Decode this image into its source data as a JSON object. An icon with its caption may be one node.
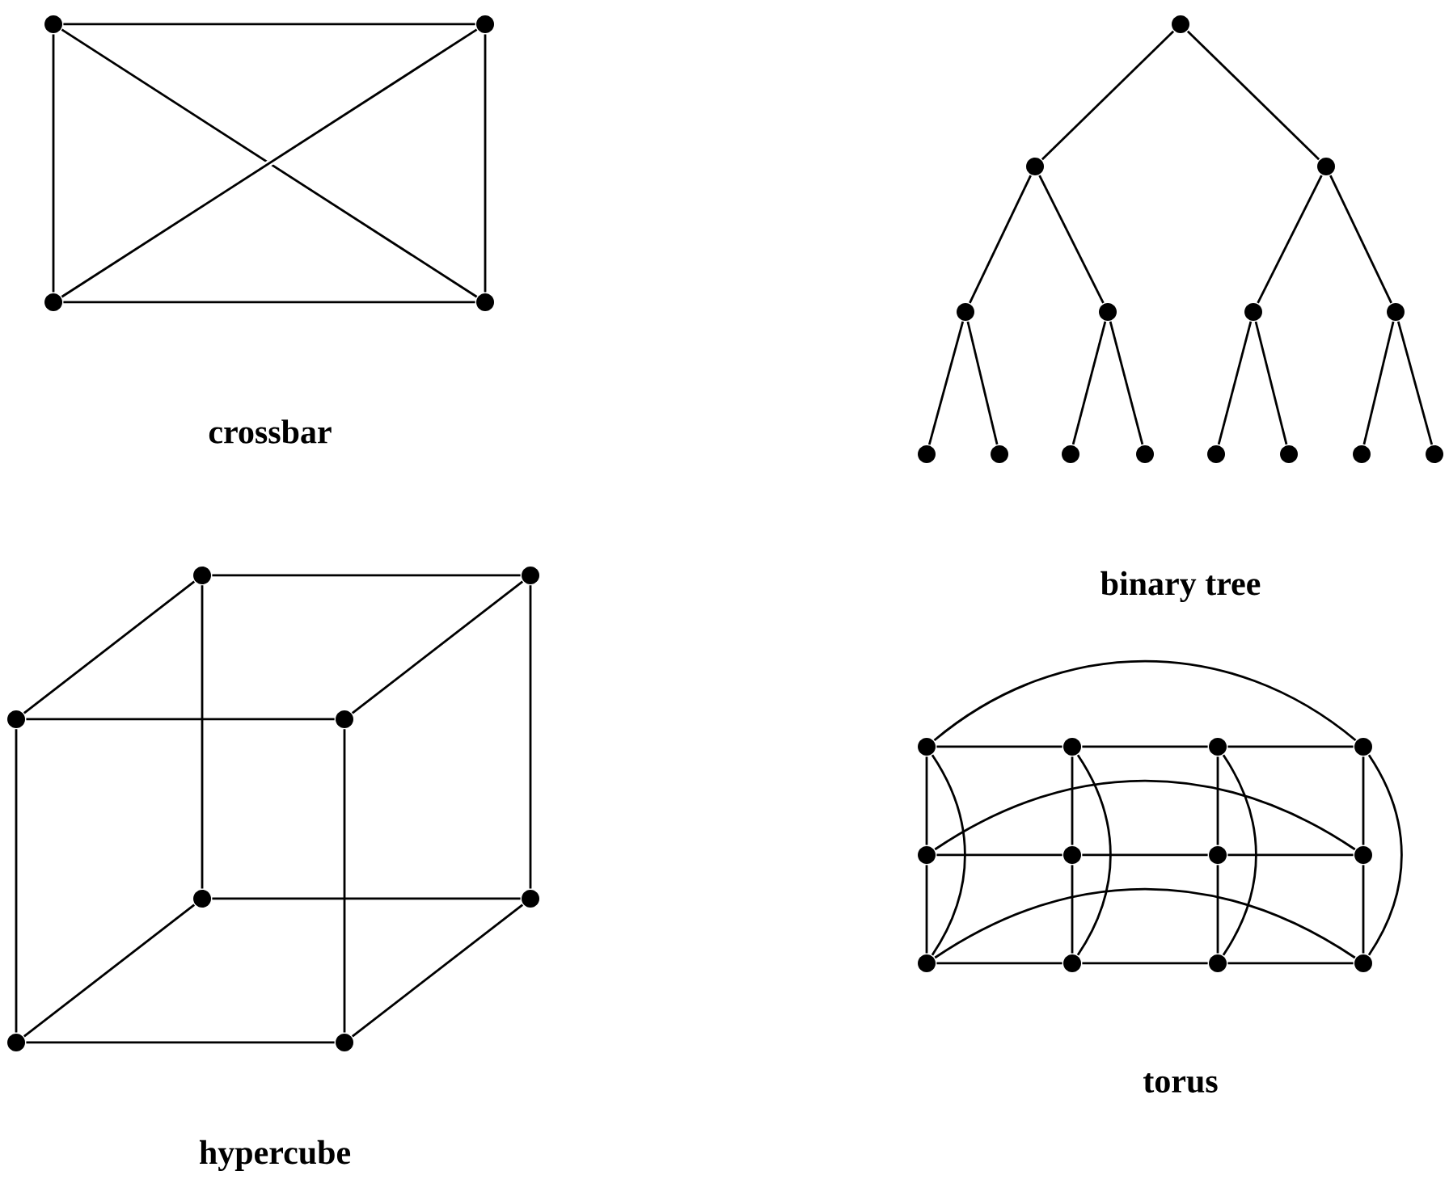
{
  "diagram": {
    "nodes": [
      {
        "text": [],
        "shape": "circle"
      },
      {
        "text": [],
        "shape": "circle"
      },
      {
        "text": [],
        "shape": "circle"
      },
      {
        "text": [],
        "shape": "circle"
      },
      {
        "text": [],
        "shape": "circle"
      },
      {
        "text": [],
        "shape": "circle"
      },
      {
        "text": [],
        "shape": "circle"
      },
      {
        "text": [],
        "shape": "circle"
      },
      {
        "text": [],
        "shape": "circle"
      },
      {
        "text": [],
        "shape": "circle"
      },
      {
        "text": [],
        "shape": "circle"
      },
      {
        "text": [],
        "shape": "circle"
      },
      {
        "text": [],
        "shape": "circle"
      },
      {
        "text": [],
        "shape": "circle"
      },
      {
        "text": [],
        "shape": "circle"
      },
      {
        "text": [],
        "shape": "circle"
      },
      {
        "text": [],
        "shape": "circle"
      },
      {
        "text": [],
        "shape": "circle"
      },
      {
        "text": [],
        "shape": "circle"
      },
      {
        "text": [],
        "shape": "circle"
      },
      {
        "text": [],
        "shape": "circle"
      },
      {
        "text": [],
        "shape": "circle"
      },
      {
        "text": [],
        "shape": "circle"
      },
      {
        "text": [],
        "shape": "circle"
      },
      {
        "text": [],
        "shape": "circle"
      },
      {
        "text": [],
        "shape": "circle"
      },
      {
        "text": [],
        "shape": "circle"
      },
      {
        "text": [],
        "shape": "circle"
      },
      {
        "text": [],
        "shape": "circle"
      },
      {
        "text": [],
        "shape": "circle"
      },
      {
        "text": [],
        "shape": "circle"
      },
      {
        "text": [],
        "shape": "circle"
      },
      {
        "text": [],
        "shape": "circle"
      },
      {
        "text": [],
        "shape": "circle"
      },
      {
        "text": [],
        "shape": "circle"
      },
      {
        "text": [],
        "shape": "circle"
      },
      {
        "text": [],
        "shape": "circle"
      },
      {
        "text": [],
        "shape": "circle"
      },
      {
        "text": [],
        "shape": "circle"
      }
    ],
    "edges": [
      {
        "from": 0,
        "to": 1,
        "arrow": "none"
      },
      {
        "from": 2,
        "to": 3,
        "arrow": "none"
      },
      {
        "from": 0,
        "to": 2,
        "arrow": "none"
      },
      {
        "from": 1,
        "to": 3,
        "arrow": "none"
      },
      {
        "from": 0,
        "to": 3,
        "arrow": "none"
      },
      {
        "from": 1,
        "to": 2,
        "arrow": "none"
      },
      {
        "from": 4,
        "to": 5,
        "arrow": "none"
      },
      {
        "from": 4,
        "to": 6,
        "arrow": "none"
      },
      {
        "from": 5,
        "to": 7,
        "arrow": "none"
      },
      {
        "from": 5,
        "to": 8,
        "arrow": "none"
      },
      {
        "from": 6,
        "to": 9,
        "arrow": "none"
      },
      {
        "from": 6,
        "to": 10,
        "arrow": "none"
      },
      {
        "from": 7,
        "to": 11,
        "arrow": "none"
      },
      {
        "from": 7,
        "to": 12,
        "arrow": "none"
      },
      {
        "from": 8,
        "to": 13,
        "arrow": "none"
      },
      {
        "from": 8,
        "to": 14,
        "arrow": "none"
      },
      {
        "from": 9,
        "to": 15,
        "arrow": "none"
      },
      {
        "from": 9,
        "to": 16,
        "arrow": "none"
      },
      {
        "from": 10,
        "to": 17,
        "arrow": "none"
      },
      {
        "from": 10,
        "to": 18,
        "arrow": "none"
      },
      {
        "from": 19,
        "to": 20,
        "arrow": "none"
      },
      {
        "from": 21,
        "to": 22,
        "arrow": "none"
      },
      {
        "from": 23,
        "to": 24,
        "arrow": "none"
      },
      {
        "from": 25,
        "to": 26,
        "arrow": "none"
      },
      {
        "from": 19,
        "to": 23,
        "arrow": "none"
      },
      {
        "from": 20,
        "to": 24,
        "arrow": "none"
      },
      {
        "from": 21,
        "to": 25,
        "arrow": "none"
      },
      {
        "from": 22,
        "to": 26,
        "arrow": "none"
      },
      {
        "from": 19,
        "to": 21,
        "arrow": "none"
      },
      {
        "from": 20,
        "to": 22,
        "arrow": "none"
      },
      {
        "from": 25,
        "to": 23,
        "arrow": "none"
      },
      {
        "from": 26,
        "to": 24,
        "arrow": "none"
      },
      {
        "from": 27,
        "to": 28,
        "arrow": "none"
      },
      {
        "from": 28,
        "to": 29,
        "arrow": "none"
      },
      {
        "from": 29,
        "to": 30,
        "arrow": "none"
      },
      {
        "from": 31,
        "to": 32,
        "arrow": "none"
      },
      {
        "from": 32,
        "to": 33,
        "arrow": "none"
      },
      {
        "from": 33,
        "to": 34,
        "arrow": "none"
      },
      {
        "from": 35,
        "to": 36,
        "arrow": "none"
      },
      {
        "from": 36,
        "to": 37,
        "arrow": "none"
      },
      {
        "from": 37,
        "to": 38,
        "arrow": "none"
      },
      {
        "from": 27,
        "to": 31,
        "arrow": "none"
      },
      {
        "from": 31,
        "to": 35,
        "arrow": "none"
      },
      {
        "from": 28,
        "to": 32,
        "arrow": "none"
      },
      {
        "from": 32,
        "to": 36,
        "arrow": "none"
      },
      {
        "from": 29,
        "to": 33,
        "arrow": "none"
      },
      {
        "from": 33,
        "to": 37,
        "arrow": "none"
      },
      {
        "from": 30,
        "to": 34,
        "arrow": "none"
      },
      {
        "from": 34,
        "to": 38,
        "arrow": "none"
      },
      {
        "from": 27,
        "to": 30,
        "arrow": "none"
      },
      {
        "from": 31,
        "to": 34,
        "arrow": "none"
      },
      {
        "from": 35,
        "to": 38,
        "arrow": "none"
      },
      {
        "from": 27,
        "to": 35,
        "arrow": "none"
      },
      {
        "from": 28,
        "to": 36,
        "arrow": "none"
      },
      {
        "from": 29,
        "to": 37,
        "arrow": "none"
      },
      {
        "from": 30,
        "to": 38,
        "arrow": "none"
      }
    ],
    "labels": [
      "crossbar",
      "binary tree",
      "hypercube",
      "torus"
    ]
  }
}
